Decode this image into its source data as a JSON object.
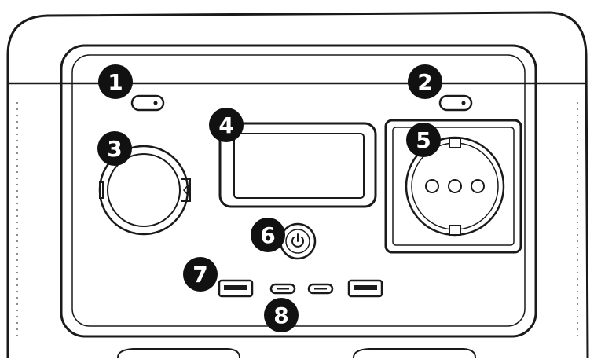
{
  "colors": {
    "outline": "#1a1a1a",
    "callout_fill": "#111111",
    "callout_text": "#ffffff",
    "background": "#ffffff"
  },
  "callouts": [
    {
      "number": "1",
      "target": "left-indicator-light"
    },
    {
      "number": "2",
      "target": "right-indicator-light"
    },
    {
      "number": "3",
      "target": "dc-car-outlet-cap"
    },
    {
      "number": "4",
      "target": "lcd-display"
    },
    {
      "number": "5",
      "target": "ac-outlet"
    },
    {
      "number": "6",
      "target": "power-button"
    },
    {
      "number": "7",
      "target": "usb-a-port-left"
    },
    {
      "number": "8",
      "target": "usb-c-ports"
    }
  ]
}
